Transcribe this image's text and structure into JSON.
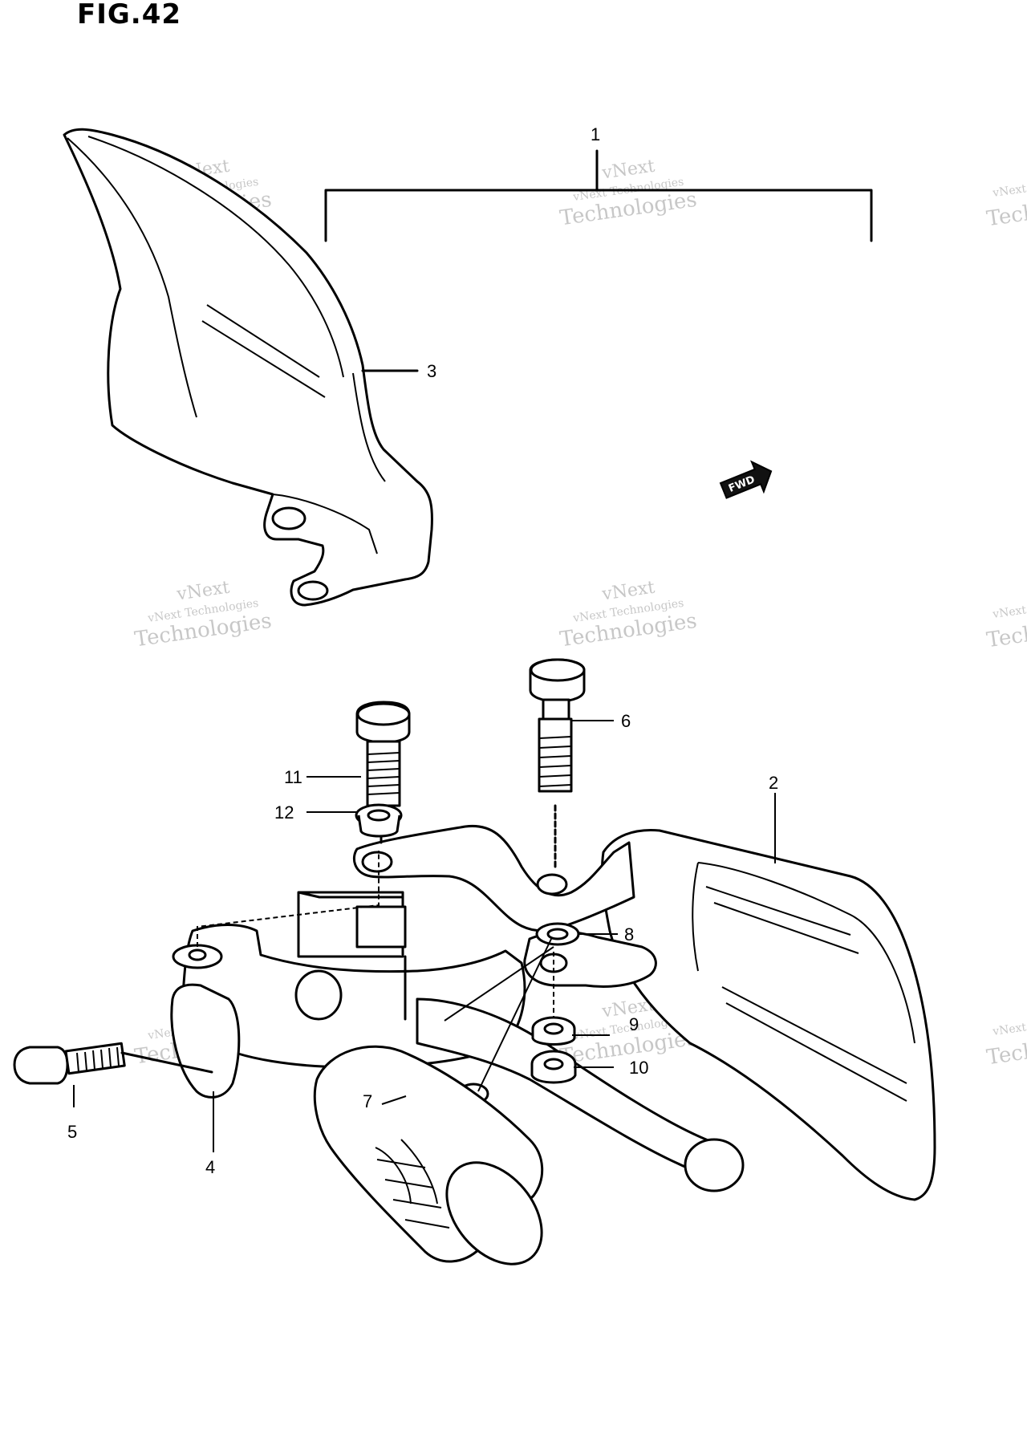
{
  "figure": {
    "title": "FIG.42"
  },
  "callouts": [
    {
      "id": "1",
      "label": "1"
    },
    {
      "id": "2",
      "label": "2"
    },
    {
      "id": "3",
      "label": "3"
    },
    {
      "id": "4",
      "label": "4"
    },
    {
      "id": "5",
      "label": "5"
    },
    {
      "id": "6",
      "label": "6"
    },
    {
      "id": "7",
      "label": "7"
    },
    {
      "id": "8",
      "label": "8"
    },
    {
      "id": "9",
      "label": "9"
    },
    {
      "id": "10",
      "label": "10"
    },
    {
      "id": "11",
      "label": "11"
    },
    {
      "id": "12",
      "label": "12"
    }
  ],
  "direction_marker": {
    "label": "FWD",
    "icon": "forward-arrow-icon"
  },
  "watermark": {
    "line1": "vNext Technologies",
    "line2": "vNext",
    "line3": "Technologies"
  }
}
